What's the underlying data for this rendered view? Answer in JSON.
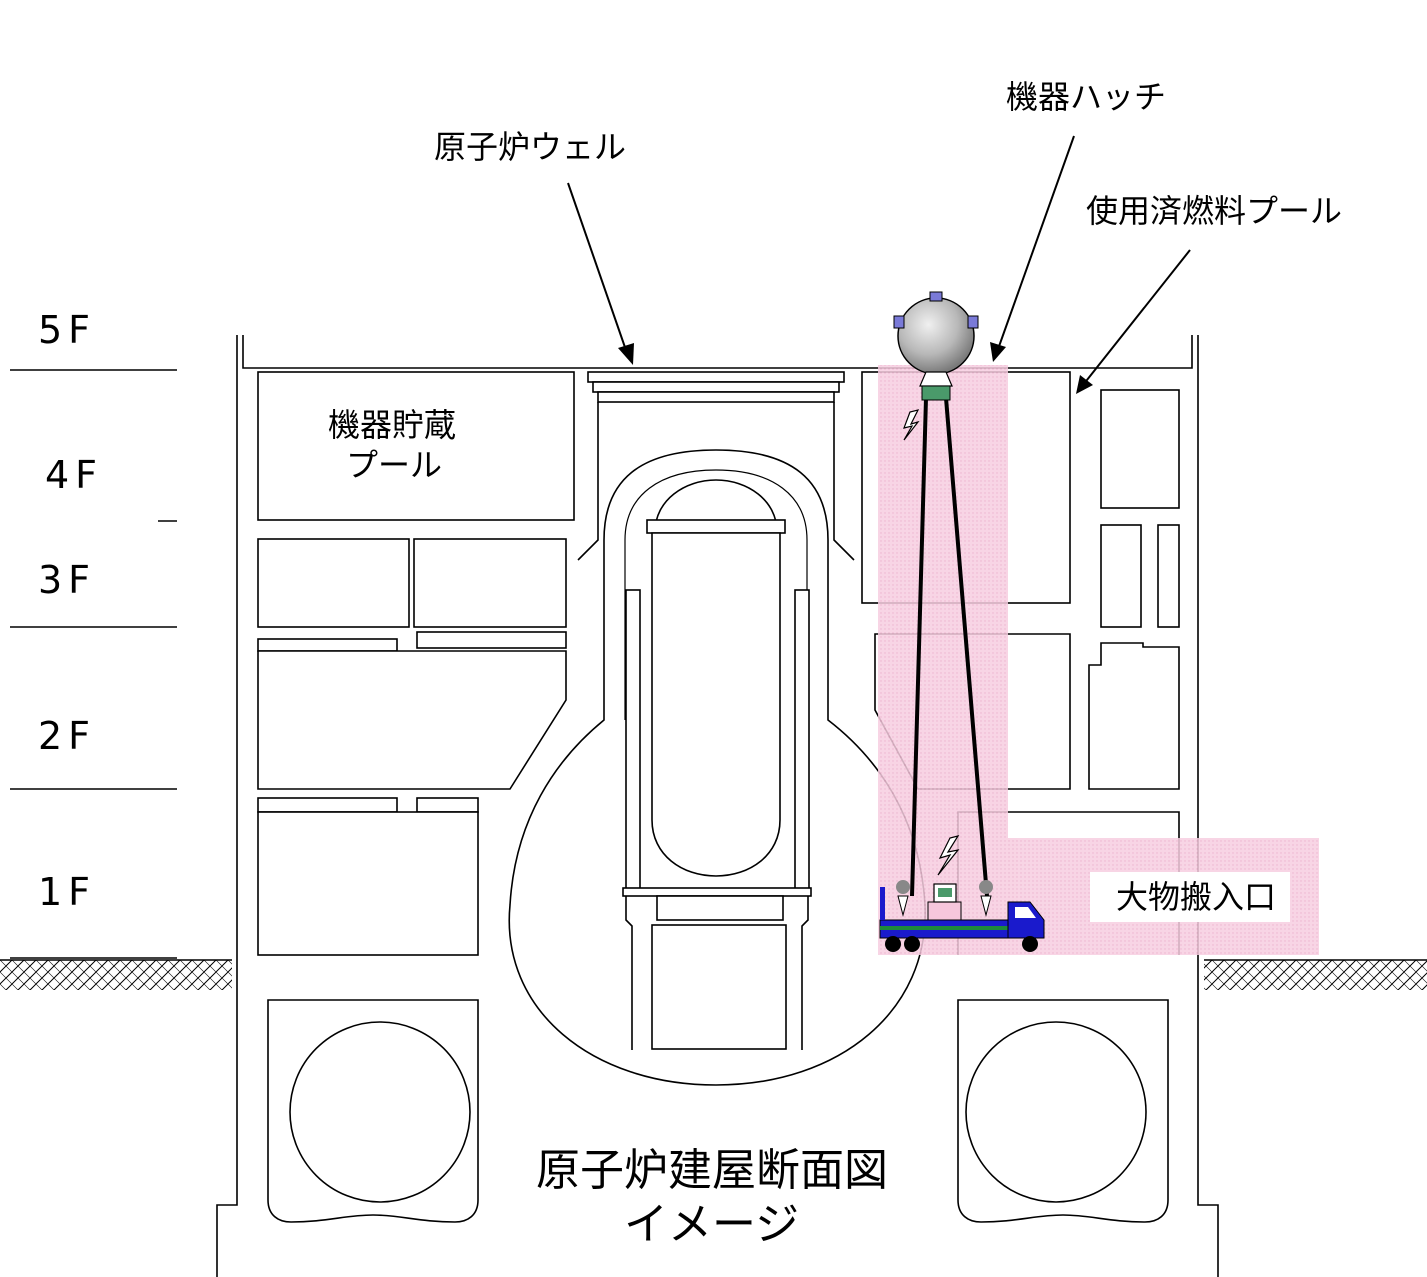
{
  "floors": [
    "5F",
    "4F",
    "3F",
    "2F",
    "1F"
  ],
  "labels": {
    "reactor_well": "原子炉ウェル",
    "equipment_hatch": "機器ハッチ",
    "spent_fuel_pool": "使用済燃料プール",
    "equipment_storage_pool_line1": "機器貯蔵",
    "equipment_storage_pool_line2": "プール",
    "large_equipment_entrance": "大物搬入口"
  },
  "title": {
    "line1": "原子炉建屋断面図",
    "line2": "イメージ"
  },
  "colors": {
    "highlight": "#f6c6dc",
    "truck_body": "#1a1acc",
    "truck_stripe": "#1e8a3a",
    "robot_box": "#4a9a6a",
    "sphere_gray": "#b8b8b8",
    "sensor_blue": "#7a7ad8"
  }
}
